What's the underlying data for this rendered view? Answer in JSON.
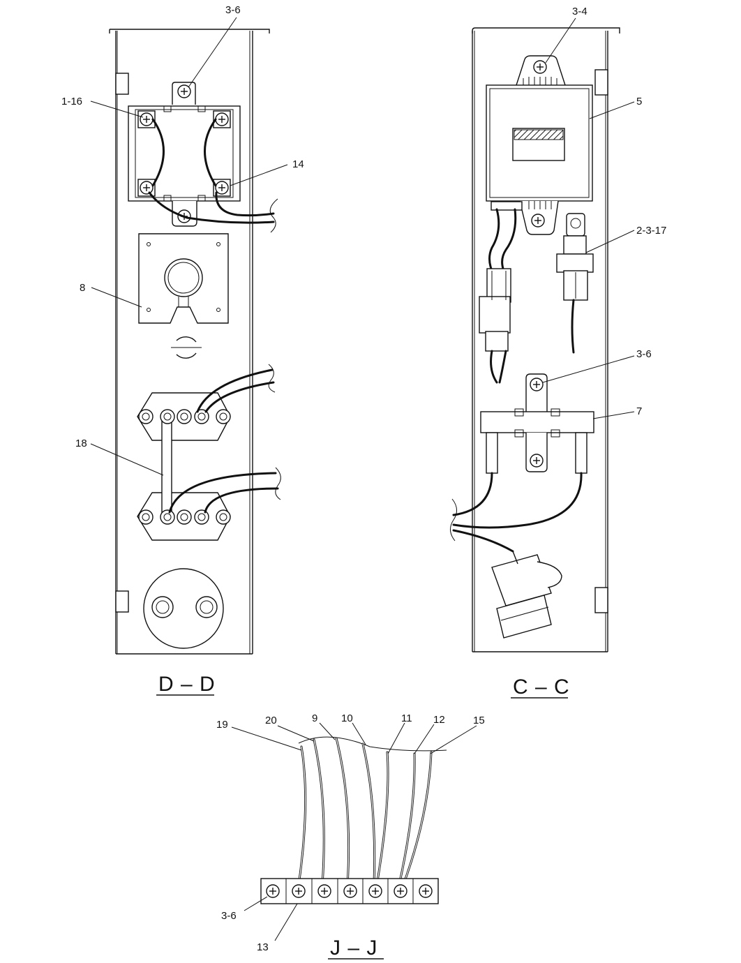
{
  "views": {
    "dd": {
      "title": "D – D"
    },
    "cc": {
      "title": "C – C"
    },
    "jj": {
      "title": "J – J"
    }
  },
  "callouts": {
    "dd": [
      "3-6",
      "1-16",
      "14",
      "8",
      "18"
    ],
    "cc": [
      "3-4",
      "5",
      "2-3-17",
      "3-6",
      "7"
    ],
    "jj": [
      "19",
      "20",
      "9",
      "10",
      "11",
      "12",
      "15",
      "3-6",
      "13"
    ]
  }
}
